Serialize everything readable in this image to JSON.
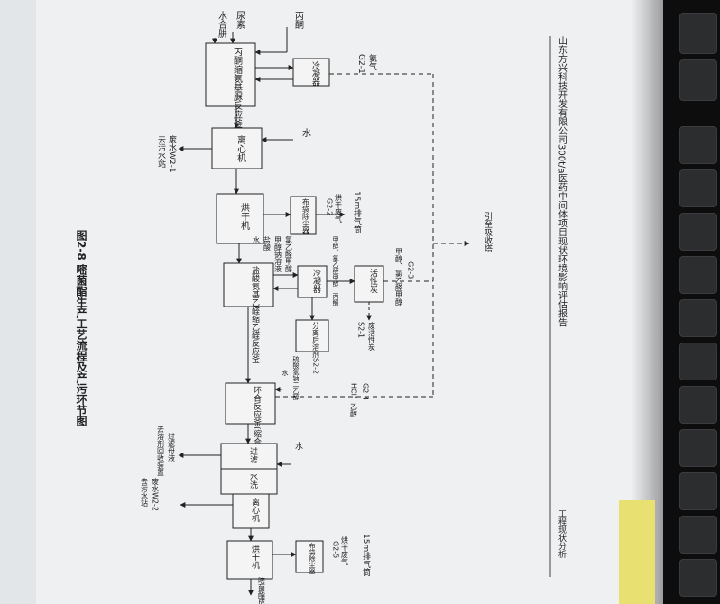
{
  "header": {
    "doc_title": "山东方兴科技开发有限公司300t/a医药中间体项目现状环境影响评估报告",
    "section": "工程现状分析"
  },
  "caption": "图2-8  嘧菌酯生产工艺流程及产污环节图",
  "nodes": {
    "reactor1": "丙酮缩氨基脲反应釜",
    "condenser1": "冷凝器",
    "centrifuge1": "离心机",
    "dryer1": "烘干机",
    "dust1": "布袋除尘器",
    "carbon": "活性炭",
    "condenser2": "冷凝器",
    "reactor2": "盐酸氨基乙醛缩乙醛反应釜",
    "sep": "分离后溶剂S2-2",
    "reactor3": "环合反应釜(缩合)",
    "filter": "过滤",
    "wash": "水洗",
    "centrifuge2": "离心机",
    "dryer2": "烘干机",
    "dust2": "布袋除尘器"
  },
  "inputs": {
    "acetone": "丙酮",
    "urea": "尿素",
    "hydrazine": "水合肼",
    "water1": "水",
    "reagents2": "氯乙醛甲醇",
    "reagents2b": "甲醇钠溶液",
    "reagents2c": "盐酸",
    "reagents2d": "水",
    "reagents3": "硫酸氢钠二乙醇",
    "reagents3b": "水",
    "water2": "水"
  },
  "emissions": {
    "g21": "G2-1",
    "g21_desc": "氨气",
    "g22": "G2-2",
    "g22_desc": "烘干废气",
    "stack1": "15m排气筒",
    "g23": "G2-3",
    "g23_desc": "甲醇、氯乙醛甲醇",
    "g23_desc2": "甲醇、氯乙醛甲醇、丙酮",
    "s21": "废活性炭",
    "s21b": "S2-1",
    "g24": "G2-4",
    "g24_desc": "HCl、乙醇",
    "to_absorb": "引至吸收塔",
    "g25": "G2-5",
    "g25_desc": "烘干废气",
    "stack2": "15m排气筒"
  },
  "wastewater": {
    "w1": "废水W2-1",
    "w1b": "去污水站",
    "residue": "过滤母液",
    "residue_b": "去溶剂回收装置",
    "w2": "废水W2-2",
    "w2b": "去污水站"
  },
  "product": "嘧菌酯成品"
}
